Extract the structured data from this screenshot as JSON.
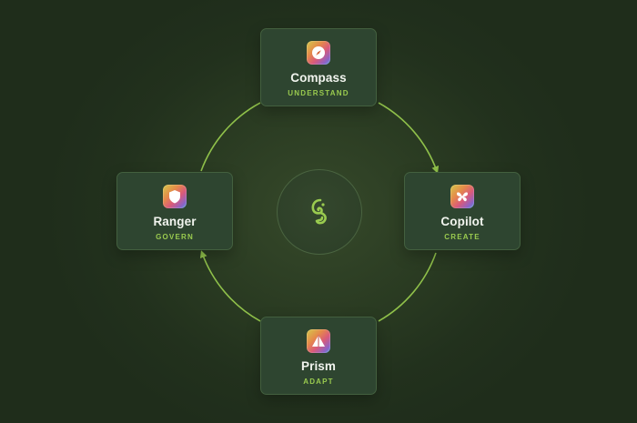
{
  "diagram": {
    "center": {
      "icon": "chameleon-logo-icon"
    },
    "steps": [
      {
        "key": "compass",
        "title": "Compass",
        "subtitle": "UNDERSTAND",
        "icon": "compass-icon"
      },
      {
        "key": "copilot",
        "title": "Copilot",
        "subtitle": "CREATE",
        "icon": "butterfly-icon"
      },
      {
        "key": "prism",
        "title": "Prism",
        "subtitle": "ADAPT",
        "icon": "prism-icon"
      },
      {
        "key": "ranger",
        "title": "Ranger",
        "subtitle": "GOVERN",
        "icon": "shield-icon"
      }
    ],
    "colors": {
      "background": "#22311d",
      "card": "#2e4530",
      "accent": "#9acb4f",
      "title": "#f1f4ee"
    }
  }
}
